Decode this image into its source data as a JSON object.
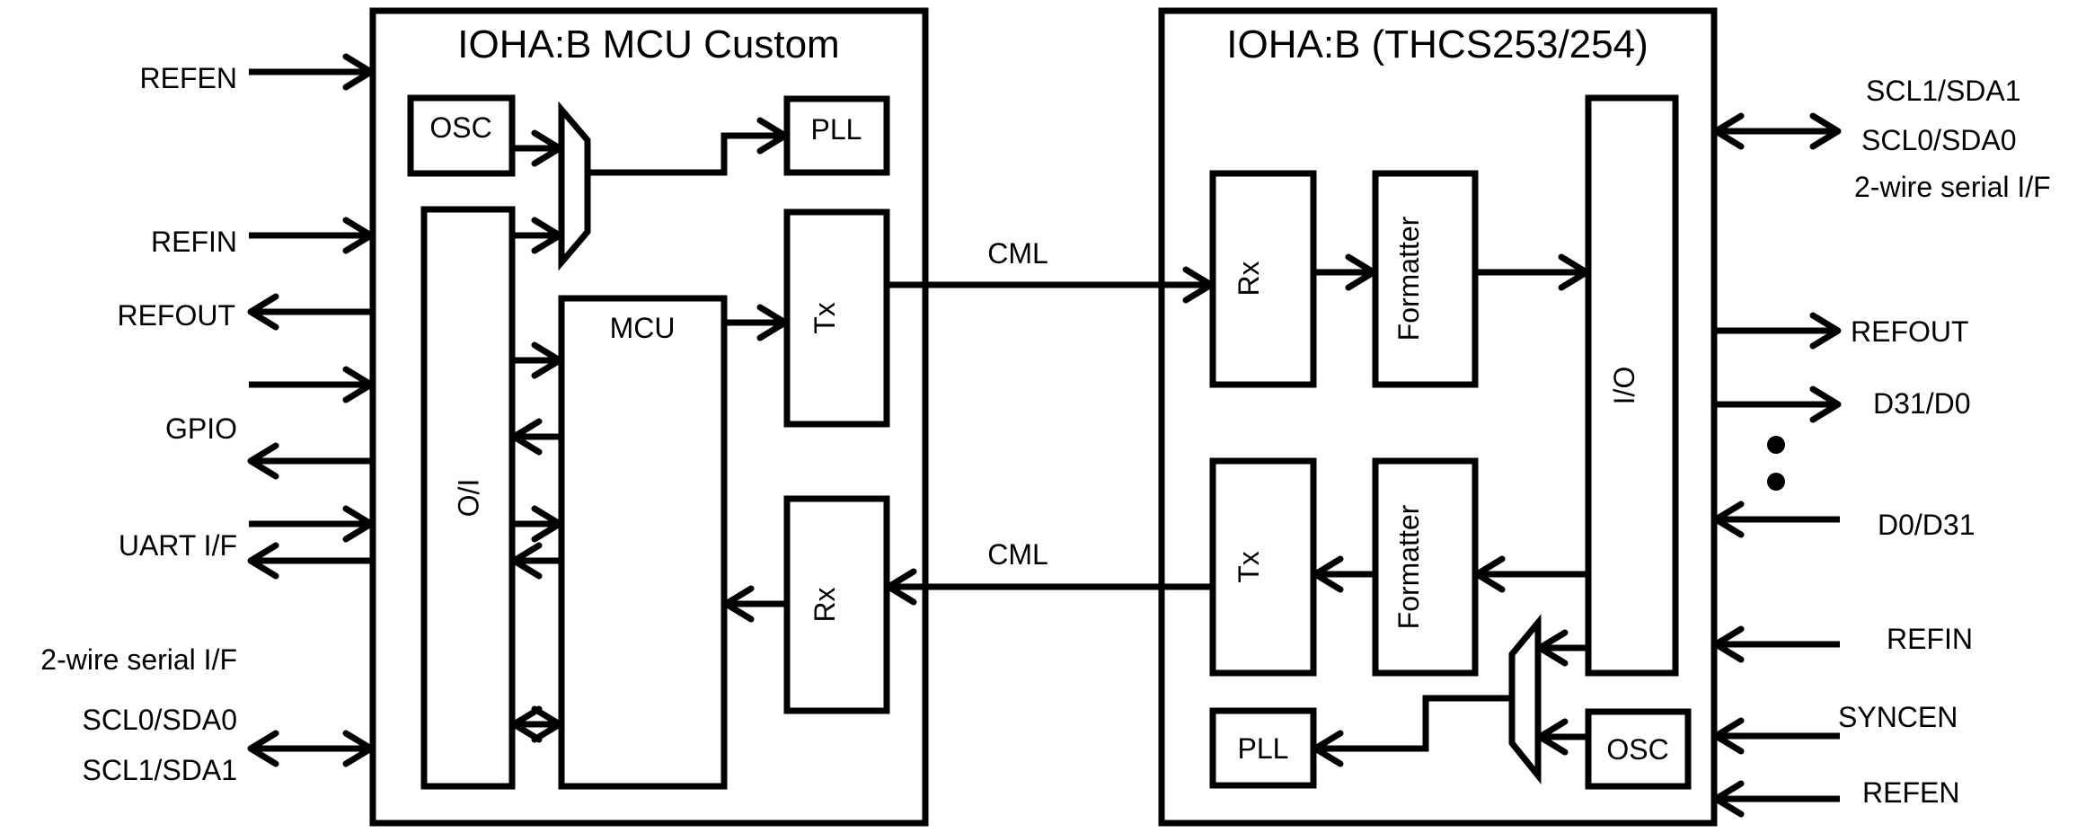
{
  "diagram": {
    "left_chip": {
      "title": "IOHA:B MCU Custom",
      "blocks": {
        "osc": "OSC",
        "pll": "PLL",
        "io": "I/O",
        "mcu": "MCU",
        "tx": "Tx",
        "rx": "Rx"
      },
      "signals": {
        "refen": "REFEN",
        "refin": "REFIN",
        "refout": "REFOUT",
        "gpio": "GPIO",
        "uart": "UART I/F",
        "serial_if": "2-wire serial I/F",
        "scl0": "SCL0/SDA0",
        "scl1": "SCL1/SDA1"
      }
    },
    "right_chip": {
      "title": "IOHA:B (THCS253/254)",
      "blocks": {
        "rx": "Rx",
        "formatter_rx": "Formatter",
        "tx": "Tx",
        "formatter_tx": "Formatter",
        "io": "I/O",
        "pll": "PLL",
        "osc": "OSC"
      },
      "signals": {
        "scl1": "SCL1/SDA1",
        "scl0": "SCL0/SDA0",
        "serial_if": "2-wire serial I/F",
        "refout": "REFOUT",
        "d31_d0": "D31/D0",
        "d0_d31": "D0/D31",
        "refin": "REFIN",
        "syncen": "SYNCEN",
        "refen": "REFEN"
      }
    },
    "links": {
      "forward": "CML",
      "reverse": "CML"
    },
    "colors": {
      "line": "#000000",
      "background": "#ffffff"
    }
  }
}
